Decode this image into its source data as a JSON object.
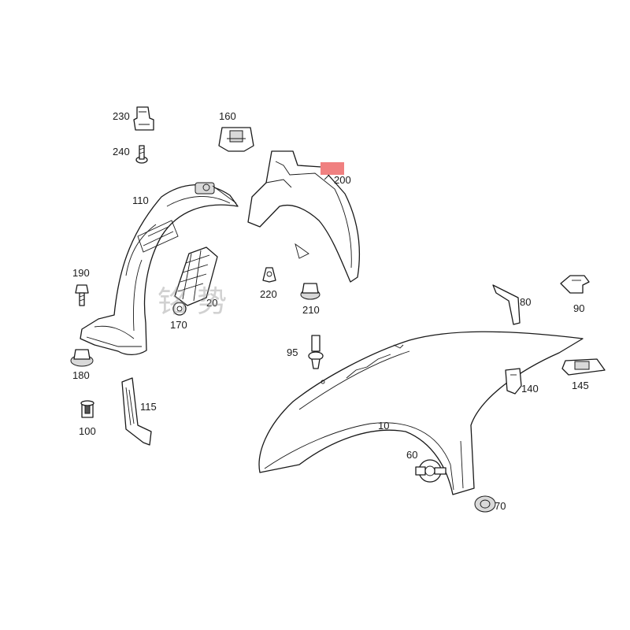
{
  "diagram": {
    "highlight_color": "#f08080",
    "labels": {
      "p10": "10",
      "p20": "20",
      "p60": "60",
      "p70": "70",
      "p80": "80",
      "p90": "90",
      "p95": "95",
      "p100": "100",
      "p110": "110",
      "p115": "115",
      "p140": "140",
      "p145": "145",
      "p160": "160",
      "p170": "170",
      "p180": "180",
      "p190": "190",
      "p200": "200",
      "p210": "210",
      "p220": "220",
      "p230": "230",
      "p240": "240"
    },
    "watermark": "铭 势"
  }
}
